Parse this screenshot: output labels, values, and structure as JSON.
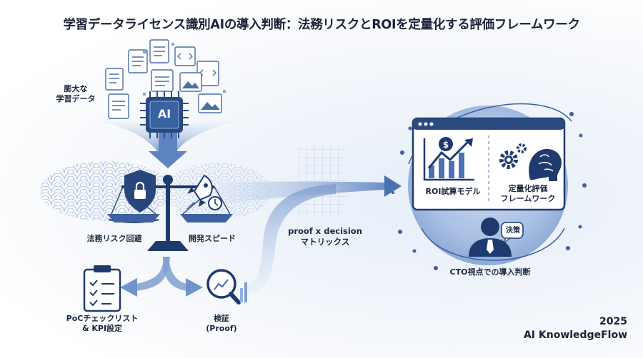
{
  "title": "学習データライセンス識別AIの導入判断：法務リスクとROIを定量化する評価フレームワーク",
  "labels": {
    "data": "膨大な\n学習データ",
    "chip": "AI",
    "risk": "法務リスク回避",
    "speed": "開発スピード",
    "matrix": "proof x decision\nマトリックス",
    "roi": "ROI試算モデル",
    "framework": "定量化評価\nフレームワーク",
    "decision_badge": "決策",
    "cto": "CTO視点での導入判断",
    "poc": "PoCチェックリスト\n& KPI設定",
    "proof": "検証\n(Proof)"
  },
  "footer": {
    "year": "2025",
    "brand": "AI KnowledgeFlow"
  },
  "colors": {
    "navy": "#1f3a6e",
    "blue": "#4a74b4",
    "light_blue": "#b9cdea",
    "arrow_blue": "#7f9fd0"
  }
}
